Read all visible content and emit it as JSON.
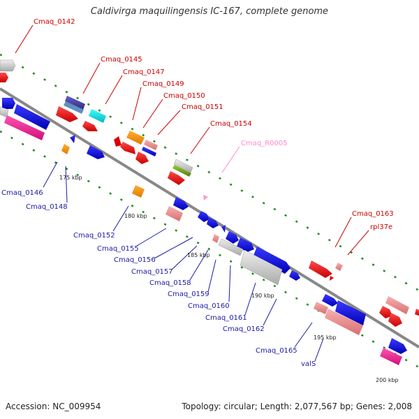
{
  "title": "Caldivirga maquilingensis IC-167, complete genome",
  "footer": {
    "accession": "Accession: NC_009954",
    "summary": "Topology: circular; Length: 2,077,567 bp; Genes: 2,008"
  },
  "colors": {
    "top_label": "#cc0000",
    "bottom_label": "#1a1aa6",
    "rna_label": "#ff88cc",
    "backbone": "#888888",
    "dots": "#228B22"
  },
  "ticks": [
    "175 kbp",
    "180 kbp",
    "185 kbp",
    "190 kbp",
    "195 kbp",
    "200 kbp"
  ],
  "top_labels": [
    "Cmaq_0142",
    "Cmaq_0145",
    "Cmaq_0147",
    "Cmaq_0149",
    "Cmaq_0150",
    "Cmaq_0151",
    "Cmaq_0154",
    "Cmaq_R0005",
    "Cmaq_0163",
    "rpl37e"
  ],
  "bottom_labels": [
    "Cmaq_0146",
    "Cmaq_0148",
    "Cmaq_0152",
    "Cmaq_0155",
    "Cmaq_0156",
    "Cmaq_0157",
    "Cmaq_0158",
    "Cmaq_0159",
    "Cmaq_0160",
    "Cmaq_0161",
    "Cmaq_0162",
    "Cmaq_0165",
    "valS"
  ]
}
